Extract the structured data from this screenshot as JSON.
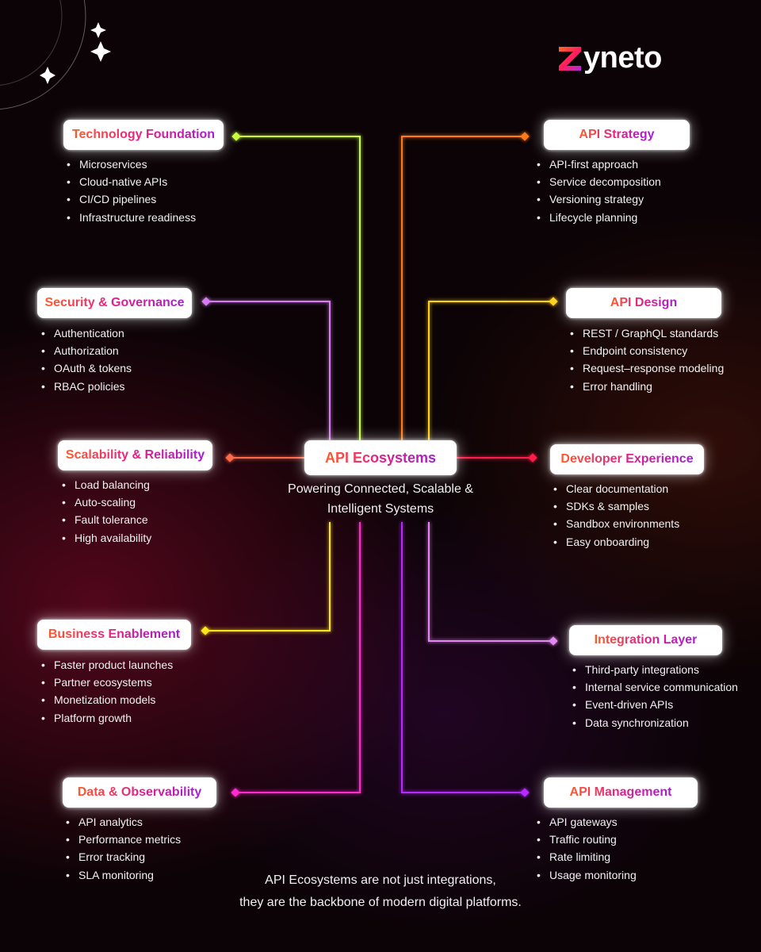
{
  "brand": {
    "name": "yneto",
    "mark": "Z"
  },
  "center": {
    "title": "API Ecosystems",
    "subtitle_line1": "Powering Connected, Scalable &",
    "subtitle_line2": "Intelligent Systems"
  },
  "footer": {
    "line1": "API Ecosystems are not just integrations,",
    "line2": "they are the backbone of modern digital platforms."
  },
  "colors": {
    "technology_foundation": "#c8ff3a",
    "api_strategy": "#ff7a1e",
    "security_governance": "#d77bf2",
    "api_design": "#ffd21f",
    "scalability_reliability": "#ff6a4a",
    "developer_experience": "#ff1f4a",
    "business_enablement": "#ffe61f",
    "integration_layer": "#e38af2",
    "data_observability": "#ff2bd0",
    "api_management": "#b52cff"
  },
  "sections": {
    "technology_foundation": {
      "title": "Technology Foundation",
      "items": [
        "Microservices",
        "Cloud-native APIs",
        "CI/CD pipelines",
        "Infrastructure readiness"
      ]
    },
    "api_strategy": {
      "title": "API Strategy",
      "items": [
        "API-first approach",
        "Service decomposition",
        "Versioning strategy",
        "Lifecycle planning"
      ]
    },
    "security_governance": {
      "title": "Security & Governance",
      "items": [
        "Authentication",
        "Authorization",
        "OAuth & tokens",
        "RBAC policies"
      ]
    },
    "api_design": {
      "title": "API Design",
      "items": [
        "REST / GraphQL standards",
        "Endpoint consistency",
        "Request–response modeling",
        "Error handling"
      ]
    },
    "scalability_reliability": {
      "title": "Scalability & Reliability",
      "items": [
        "Load balancing",
        "Auto-scaling",
        "Fault tolerance",
        "High availability"
      ]
    },
    "developer_experience": {
      "title": "Developer Experience",
      "items": [
        "Clear documentation",
        "SDKs & samples",
        "Sandbox environments",
        "Easy onboarding"
      ]
    },
    "business_enablement": {
      "title": "Business Enablement",
      "items": [
        "Faster product launches",
        "Partner ecosystems",
        "Monetization models",
        "Platform growth"
      ]
    },
    "integration_layer": {
      "title": "Integration Layer",
      "items": [
        "Third-party integrations",
        "Internal service communication",
        "Event-driven APIs",
        "Data synchronization"
      ]
    },
    "data_observability": {
      "title": "Data & Observability",
      "items": [
        "API analytics",
        "Performance metrics",
        "Error tracking",
        "SLA monitoring"
      ]
    },
    "api_management": {
      "title": "API Management",
      "items": [
        "API gateways",
        "Traffic routing",
        "Rate limiting",
        "Usage monitoring"
      ]
    }
  }
}
